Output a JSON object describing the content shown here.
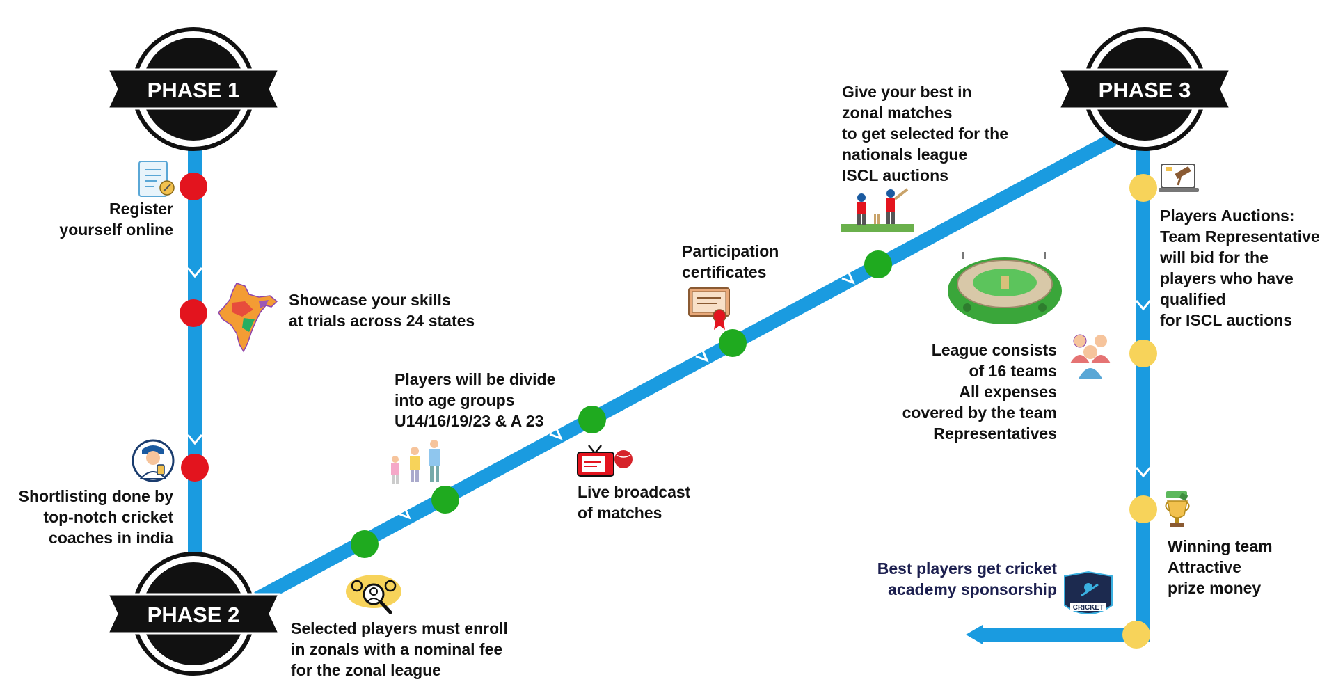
{
  "phases": [
    {
      "label": "PHASE 1"
    },
    {
      "label": "PHASE 2"
    },
    {
      "label": "PHASE 3"
    }
  ],
  "steps": {
    "register": "Register\nyourself online",
    "showcase": "Showcase your skills\nat trials across 24 states",
    "shortlisting": "Shortlisting done by\ntop-notch cricket\ncoaches in india",
    "enroll": "Selected players must enroll\nin zonals with a nominal fee\nfor the zonal league",
    "age_groups": "Players will be divide\ninto age groups\nU14/16/19/23 & A 23",
    "broadcast": "Live broadcast\nof matches",
    "certificates": "Participation\ncertificates",
    "zonal_best": "Give your best in\nzonal matches\nto get selected for the\nnationals league\nISCL auctions",
    "auctions": "Players Auctions:\nTeam Representative\nwill bid for the\nplayers who have\nqualified\nfor ISCL auctions",
    "league": "League consists\nof 16 teams\nAll expenses\ncovered by the team\nRepresentatives",
    "winning": "Winning team\nAttractive\nprize money",
    "sponsorship": "Best players get cricket\nacademy sponsorship"
  },
  "badge_text": "CRICKET",
  "colors": {
    "track": "#1a9be0",
    "phase1_dot": "#e3141e",
    "phase2_dot": "#1faa1f",
    "phase3_dot": "#f7d35a",
    "badge": "#111111",
    "sponsorship_text": "#1c1f4f"
  },
  "icons": [
    "register-form-icon",
    "india-map-icon",
    "coach-icon",
    "search-people-icon",
    "age-group-players-icon",
    "live-tv-icon",
    "certificate-icon",
    "cricket-players-icon",
    "stadium-icon",
    "auction-laptop-icon",
    "team-icon",
    "trophy-icon",
    "cricket-logo-icon"
  ]
}
